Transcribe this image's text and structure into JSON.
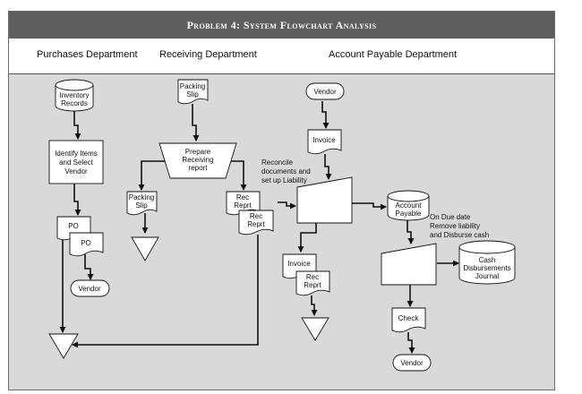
{
  "title": "Problem 4: System Flowchart Analysis",
  "departments": {
    "purchases": "Purchases Department",
    "receiving": "Receiving Department",
    "accounts_payable": "Account Payable Department"
  },
  "nodes": {
    "inventory_records": [
      "Inventory",
      "Records"
    ],
    "identify_items": [
      "Identify Items",
      "and Select",
      "Vendor"
    ],
    "po_1": "PO",
    "po_2": "PO",
    "vendor_purchases": "Vendor",
    "packing_slip_in": [
      "Packing",
      "Slip"
    ],
    "prepare_receiving_report": [
      "Prepare",
      "Receiving",
      "report"
    ],
    "packing_slip_out": [
      "Packing",
      "Slip"
    ],
    "rec_reprt_1": [
      "Rec",
      "Reprt"
    ],
    "rec_reprt_2": [
      "Rec",
      "Reprt"
    ],
    "vendor_ap": "Vendor",
    "invoice_in": "Invoice",
    "reconcile_note": [
      "Reconcile",
      "documents and",
      "set up Liability"
    ],
    "account_payable": [
      "Account",
      "Payable"
    ],
    "due_date_note": [
      "On Due date",
      "Remove liability",
      "and Disburse cash"
    ],
    "invoice_filed": "Invoice",
    "rec_reprt_filed": [
      "Rec",
      "Reprt"
    ],
    "cash_disbursements_journal": [
      "Cash",
      "Disbursements",
      "Journal"
    ],
    "check": "Check",
    "vendor_final": "Vendor"
  }
}
